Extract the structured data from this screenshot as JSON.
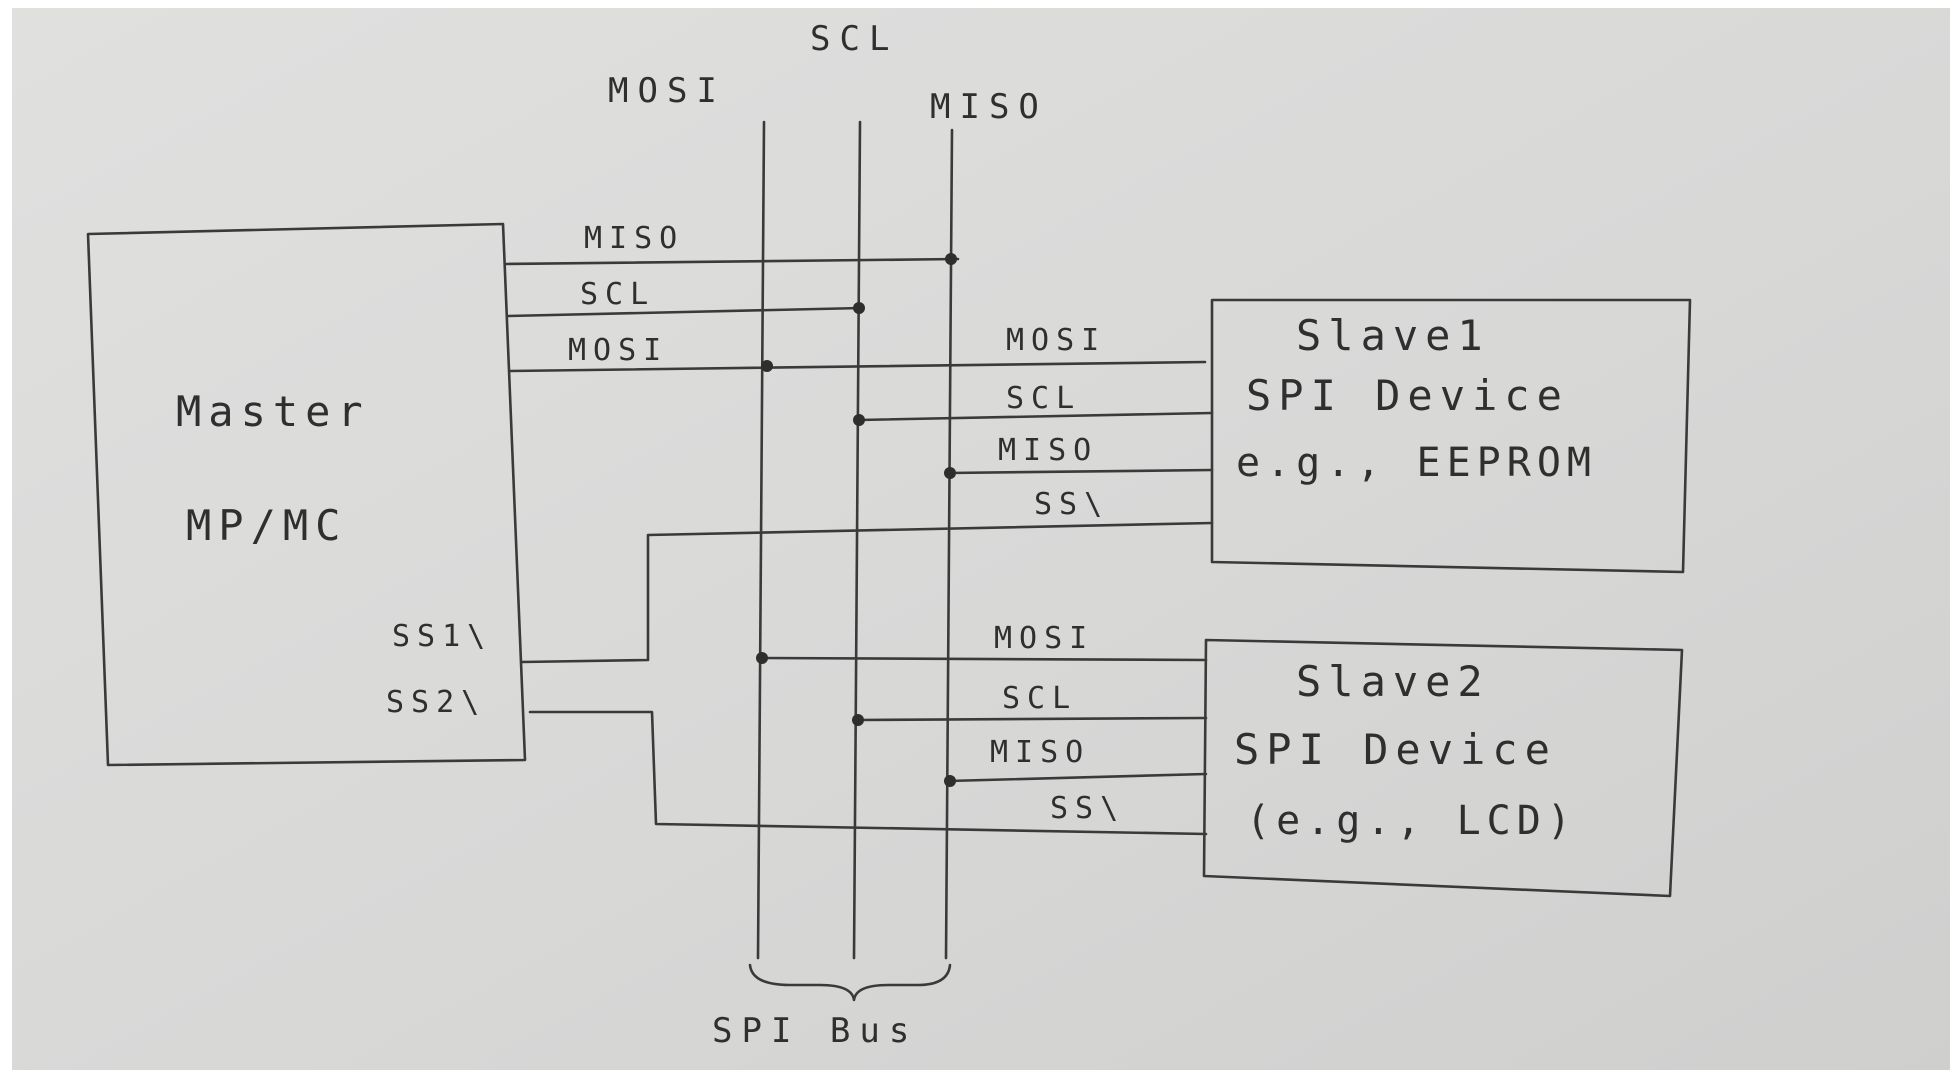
{
  "diagram": {
    "bus_labels": {
      "mosi": "MOSI",
      "scl": "SCL",
      "miso": "MISO"
    },
    "bus_name": "SPI Bus",
    "master": {
      "line1": "Master",
      "line2": "MP/MC",
      "ss1": "SS1\\",
      "ss2": "SS2\\"
    },
    "master_signals": {
      "miso": "MISO",
      "scl": "SCL",
      "mosi": "MOSI"
    },
    "slave1": {
      "line1": "Slave1",
      "line2": "SPI Device",
      "line3": "e.g., EEPROM",
      "signals": {
        "mosi": "MOSI",
        "scl": "SCL",
        "miso": "MISO",
        "ss": "SS\\"
      }
    },
    "slave2": {
      "line1": "Slave2",
      "line2": "SPI Device",
      "line3": "(e.g., LCD)",
      "signals": {
        "mosi": "MOSI",
        "scl": "SCL",
        "miso": "MISO",
        "ss": "SS\\"
      }
    },
    "colors": {
      "paper": "#dcdcdb",
      "ink": "#3a3a3a"
    }
  }
}
